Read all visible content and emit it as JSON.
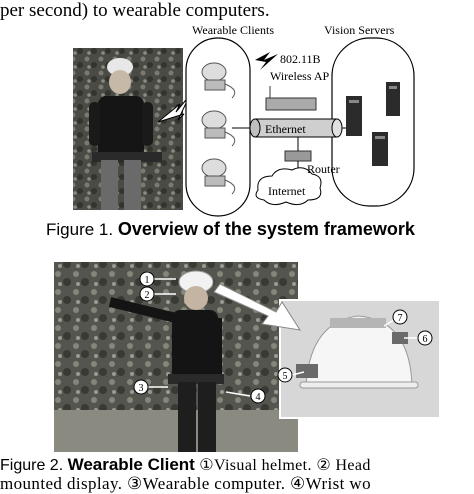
{
  "top_text": "per second) to wearable computers.",
  "figure1": {
    "wearable_clients_label": "Wearable Clients",
    "vision_servers_label": "Vision Servers",
    "wifi_label": "802.11B",
    "ap_label": "Wireless AP",
    "ethernet_label": "Ethernet",
    "router_label": "Router",
    "internet_label": "Internet",
    "caption_prefix": "Figure 1. ",
    "caption_title": "Overview of the system framework"
  },
  "figure2": {
    "markers": [
      "1",
      "2",
      "3",
      "4",
      "5",
      "6",
      "7"
    ],
    "caption_prefix": "Figure 2. ",
    "caption_title": "Wearable Client",
    "caption_line1_rest": " ①Visual helmet. ② Head",
    "caption_line2": "mounted display. ③Wearable computer. ④Wrist wo"
  }
}
